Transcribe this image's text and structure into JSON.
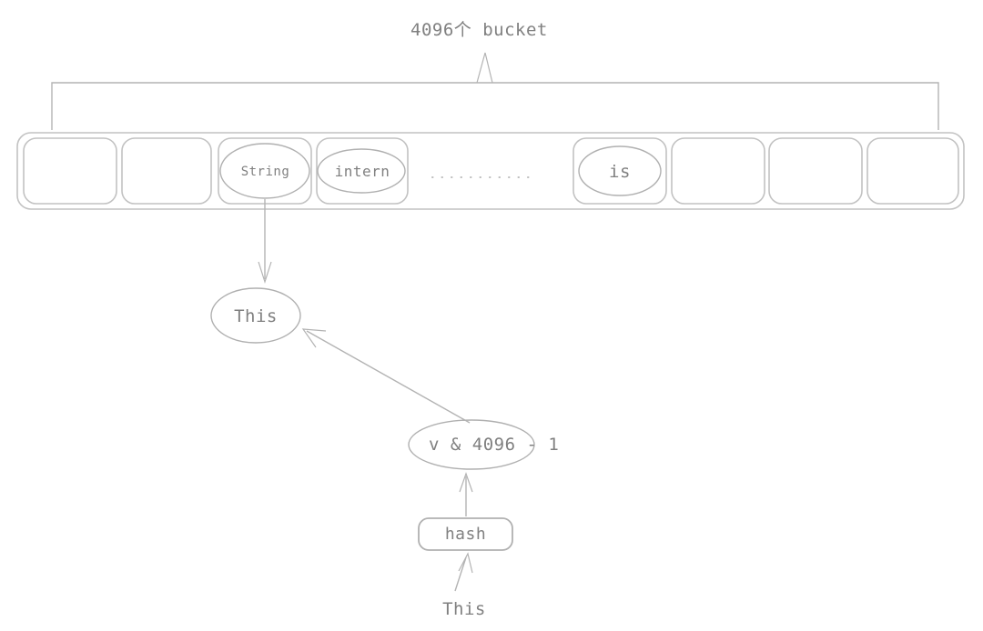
{
  "diagram": {
    "title": "String intern pool bucket diagram",
    "top_label": "4096个 bucket",
    "colors": {
      "stroke": "#b0b0b0",
      "stroke_dark": "#9a9a9a",
      "text": "#808080",
      "background": "#ffffff"
    },
    "bucket_row": {
      "name": "bucket-array",
      "cells": [
        {
          "index": 0,
          "label": ""
        },
        {
          "index": 1,
          "label": ""
        },
        {
          "index": 2,
          "label": "String"
        },
        {
          "index": 3,
          "label": "intern"
        },
        {
          "index": 4,
          "label": "……………"
        },
        {
          "index": 5,
          "label": "is"
        },
        {
          "index": 6,
          "label": ""
        },
        {
          "index": 7,
          "label": ""
        },
        {
          "index": 8,
          "label": ""
        }
      ]
    },
    "nodes": [
      {
        "name": "string-node",
        "label": "String",
        "shape": "ellipse"
      },
      {
        "name": "intern-node",
        "label": "intern",
        "shape": "ellipse"
      },
      {
        "name": "is-node",
        "label": "is",
        "shape": "ellipse"
      },
      {
        "name": "this-node",
        "label": "This",
        "shape": "ellipse"
      },
      {
        "name": "index-expression-node",
        "label": "v & 4096 - 1",
        "shape": "ellipse"
      },
      {
        "name": "hash-node",
        "label": "hash",
        "shape": "rounded-rect"
      },
      {
        "name": "input-this-node",
        "label": "This",
        "shape": "text"
      }
    ],
    "edges": [
      {
        "from": "string-node",
        "to": "this-node",
        "style": "straight-arrow"
      },
      {
        "from": "index-expression-node",
        "to": "this-node",
        "style": "diagonal-arrow"
      },
      {
        "from": "hash-node",
        "to": "index-expression-node",
        "style": "straight-arrow"
      },
      {
        "from": "input-this-node",
        "to": "hash-node",
        "style": "straight-arrow"
      }
    ]
  }
}
